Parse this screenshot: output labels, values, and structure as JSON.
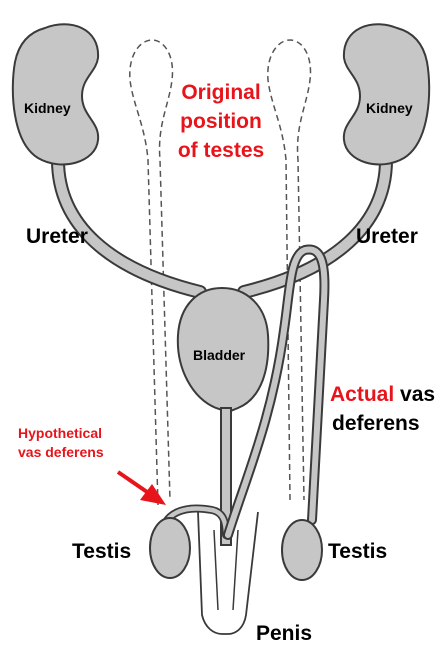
{
  "labels": {
    "kidney_left": "Kidney",
    "kidney_right": "Kidney",
    "original_position": [
      "Original",
      "position",
      "of testes"
    ],
    "ureter_left": "Ureter",
    "ureter_right": "Ureter",
    "bladder": "Bladder",
    "actual_vas_red": "Actual",
    "actual_vas_black": "vas",
    "actual_vas_line2": "deferens",
    "hypothetical_vas": [
      "Hypothetical",
      "vas deferens"
    ],
    "testis_left": "Testis",
    "testis_right": "Testis",
    "penis": "Penis"
  },
  "colors": {
    "organ_fill": "#c6c6c6",
    "outline": "#3a3a3a",
    "annotation_red": "#e8141b",
    "dashed": "#555555"
  }
}
